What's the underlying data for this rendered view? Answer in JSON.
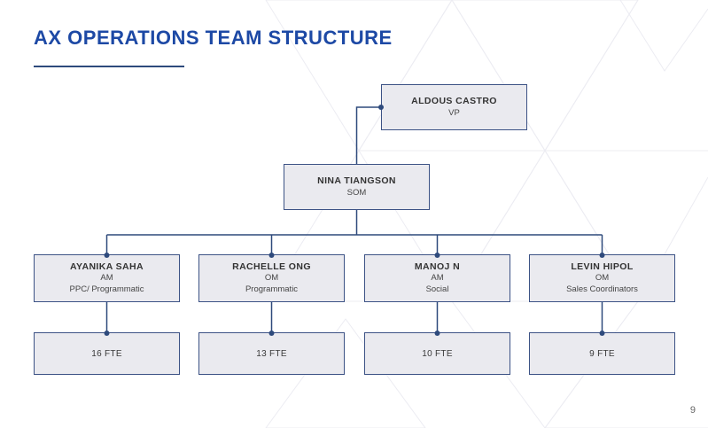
{
  "page": {
    "title": "AX OPERATIONS TEAM STRUCTURE",
    "page_number": "9"
  },
  "org_chart": {
    "root": {
      "name": "ALDOUS CASTRO",
      "role": "VP"
    },
    "manager": {
      "name": "NINA TIANGSON",
      "role": "SOM"
    },
    "teams": [
      {
        "name": "AYANIKA SAHA",
        "role": "AM",
        "detail": "PPC/ Programmatic",
        "fte": "16 FTE"
      },
      {
        "name": "RACHELLE ONG",
        "role": "OM",
        "detail": "Programmatic",
        "fte": "13 FTE"
      },
      {
        "name": "MANOJ N",
        "role": "AM",
        "detail": "Social",
        "fte": "10 FTE"
      },
      {
        "name": "LEVIN HIPOL",
        "role": "OM",
        "detail": "Sales Coordinators",
        "fte": "9 FTE"
      }
    ]
  },
  "colors": {
    "title": "#1d49a5",
    "box_fill": "#eaeaef",
    "box_border": "#3c5285",
    "connector": "#2e4a7c",
    "pattern": "#ececf2"
  }
}
